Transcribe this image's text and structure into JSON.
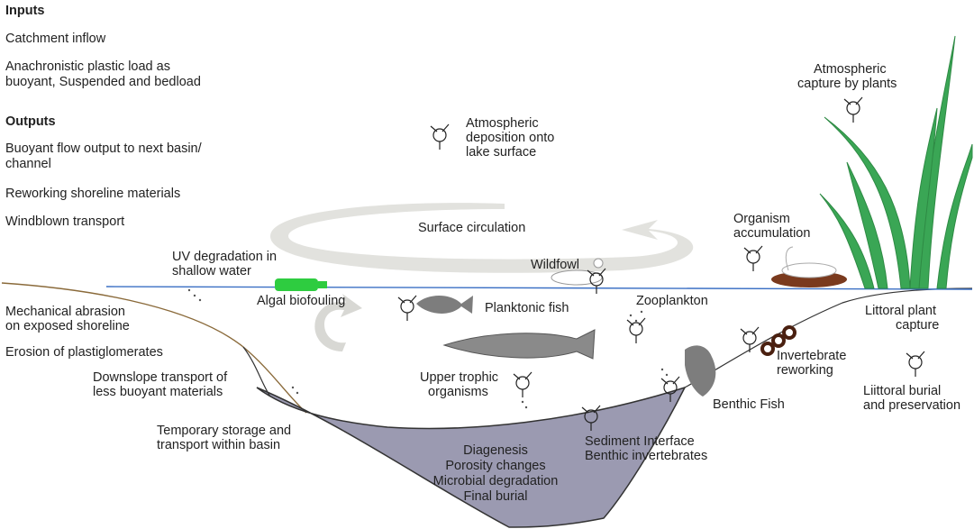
{
  "inputs": {
    "heading": "Inputs",
    "items": [
      "Catchment inflow",
      "Anachronistic plastic load as",
      "buoyant, Suspended and bedload"
    ]
  },
  "outputs": {
    "heading": "Outputs",
    "items": [
      "Buoyant flow output to next basin/",
      "channel",
      "Reworking shoreline materials",
      "Windblown transport"
    ]
  },
  "labels": {
    "atm_deposition": [
      "Atmospheric",
      "deposition onto",
      "lake surface"
    ],
    "atm_capture": [
      "Atmospheric",
      "capture by plants"
    ],
    "surface_circulation": "Surface circulation",
    "organism_accumulation": [
      "Organism",
      "accumulation"
    ],
    "uv_degradation": [
      "UV degradation in",
      "shallow water"
    ],
    "wildfowl": "Wildfowl",
    "algal_biofouling": "Algal biofouling",
    "zooplankton": "Zooplankton",
    "planktonic_fish": "Planktonic fish",
    "mechanical_abrasion": [
      "Mechanical abrasion",
      "on exposed shoreline"
    ],
    "erosion": "Erosion of plastiglomerates",
    "downslope": [
      "Downslope transport of",
      "less buoyant materials"
    ],
    "upper_trophic": [
      "Upper trophic",
      "organisms"
    ],
    "invertebrate_reworking": [
      "Invertebrate",
      "reworking"
    ],
    "littoral_plant_capture": [
      "Littoral plant",
      "capture"
    ],
    "littoral_burial": [
      "Liittoral  burial",
      "and preservation"
    ],
    "benthic_fish": "Benthic Fish",
    "temporary_storage": [
      "Temporary storage and",
      "transport within basin"
    ],
    "sediment_interface": [
      "Sediment Interface",
      "Benthic invertebrates"
    ],
    "basin_processes": [
      "Diagenesis",
      "Porosity changes",
      "Microbial degradation",
      "Final burial"
    ]
  },
  "colors": {
    "water_line": "#3a6fc4",
    "basin_fill": "#9b9ab1",
    "shore_line": "#8a6a3a",
    "fish": "#7d7d7d",
    "plant": "#3aa655",
    "bottle": "#2ecc40",
    "nest": "#7a3a1e"
  }
}
